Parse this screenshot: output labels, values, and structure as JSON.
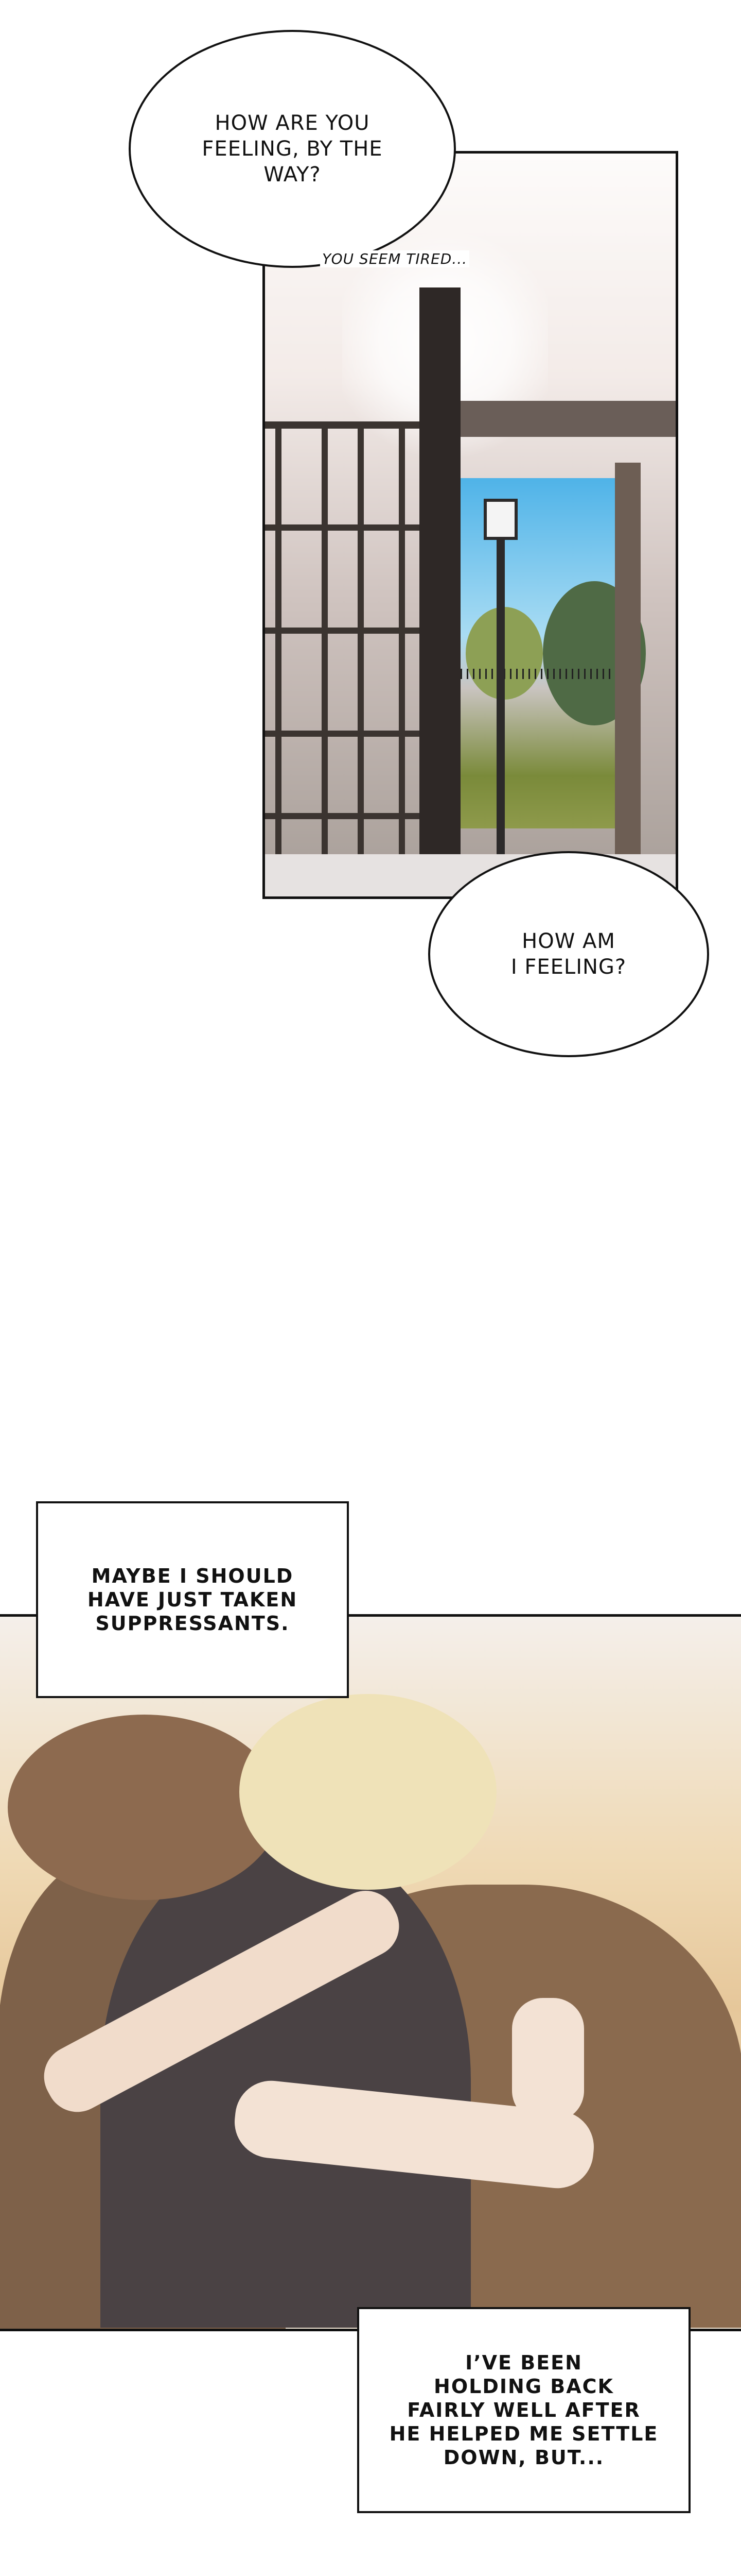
{
  "panels": [
    {
      "scene": "courtyard-window-view",
      "bubbles": [
        {
          "text": "HOW ARE YOU\nFEELING, BY THE\nWAY?"
        }
      ],
      "small_text": "YOU SEEM TIRED...",
      "colors": {
        "sky": "#6fc3ea",
        "wood": "#3b3430",
        "grass": "#7a8a3a"
      }
    },
    {
      "bubbles": [
        {
          "text": "HOW AM\nI FEELING?"
        }
      ]
    },
    {
      "scene": "embrace",
      "captions": [
        {
          "text": "MAYBE I SHOULD\nHAVE JUST TAKEN\nSUPPRESSANTS."
        },
        {
          "text": "I’VE BEEN\nHOLDING BACK\nFAIRLY WELL AFTER\nHE HELPED ME SETTLE\nDOWN, BUT..."
        }
      ],
      "colors": {
        "background": "#e9d2ae",
        "shirt_brown": "#8a6a4e",
        "shirt_dark": "#4a4244",
        "hair_blonde": "#efe2b8",
        "hair_brown": "#8d6a4f",
        "skin": "#f1dccb"
      }
    }
  ]
}
